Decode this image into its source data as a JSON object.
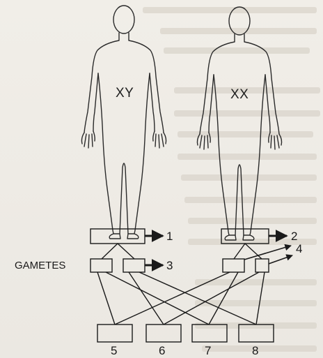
{
  "figure": {
    "male_chromosomes": "XY",
    "female_chromosomes": "XX",
    "gametes_label": "GAMETES",
    "labels": {
      "n1": "1",
      "n2": "2",
      "n3": "3",
      "n4": "4",
      "n5": "5",
      "n6": "6",
      "n7": "7",
      "n8": "8"
    }
  },
  "colors": {
    "ink": "#1a1a1a",
    "paper": "#efece6"
  }
}
